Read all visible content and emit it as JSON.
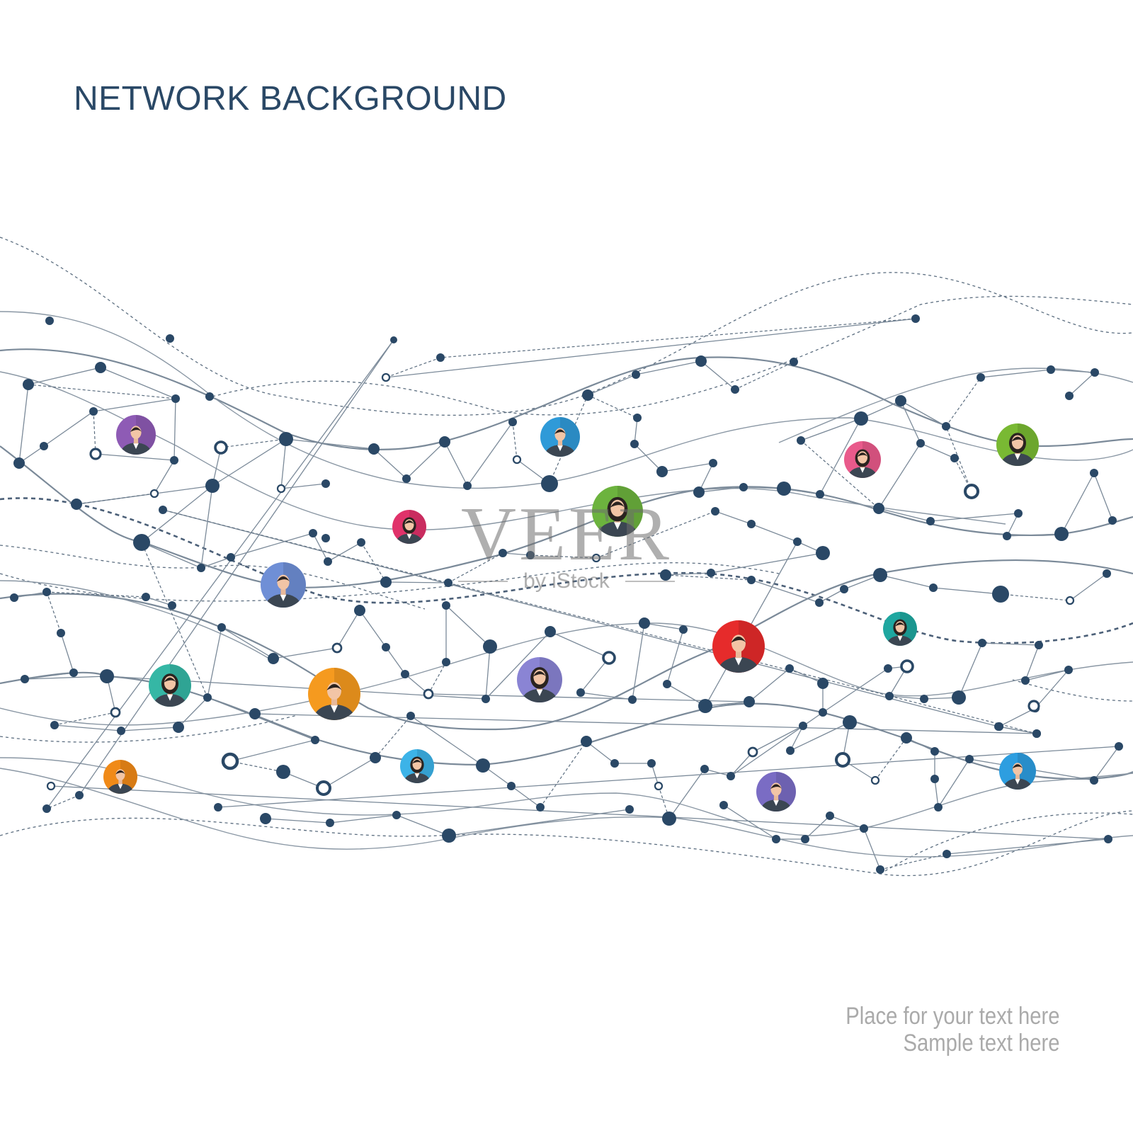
{
  "title": "NETWORK BACKGROUND",
  "watermark": {
    "brand": "VEER",
    "sub": "by iStock"
  },
  "caption": {
    "line1": "Place for your text here",
    "line2": "Sample text here"
  },
  "colors": {
    "title": "#2a4866",
    "node": "#2a4866",
    "line": "#7b8a99",
    "caption": "#aaaaaa"
  },
  "avatars": [
    {
      "name": "avatar-man-glasses",
      "color": "#8e5bb5",
      "gender": "m"
    },
    {
      "name": "avatar-man-tie",
      "color": "#2f9ad8",
      "gender": "m"
    },
    {
      "name": "avatar-woman",
      "color": "#e0326a",
      "gender": "f"
    },
    {
      "name": "avatar-woman-green",
      "color": "#6cb33e",
      "gender": "f"
    },
    {
      "name": "avatar-woman-pink",
      "color": "#e95a8b",
      "gender": "f"
    },
    {
      "name": "avatar-woman-curly",
      "color": "#79b933",
      "gender": "f"
    },
    {
      "name": "avatar-man-blue",
      "color": "#6f8fd6",
      "gender": "m"
    },
    {
      "name": "avatar-woman-teal",
      "color": "#1fa7a0",
      "gender": "f"
    },
    {
      "name": "avatar-man-red",
      "color": "#e62b2b",
      "gender": "m"
    },
    {
      "name": "avatar-woman-glasses",
      "color": "#35b7a5",
      "gender": "f"
    },
    {
      "name": "avatar-man-orange",
      "color": "#f59a1f",
      "gender": "m"
    },
    {
      "name": "avatar-woman-lavender",
      "color": "#8a84d4",
      "gender": "f"
    },
    {
      "name": "avatar-woman-sky",
      "color": "#3cb3e8",
      "gender": "f"
    },
    {
      "name": "avatar-man-headset",
      "color": "#f08a18",
      "gender": "m"
    },
    {
      "name": "avatar-man-beard",
      "color": "#7a6cc4",
      "gender": "m"
    },
    {
      "name": "avatar-man-headset-blue",
      "color": "#2d9ee0",
      "gender": "m"
    }
  ]
}
